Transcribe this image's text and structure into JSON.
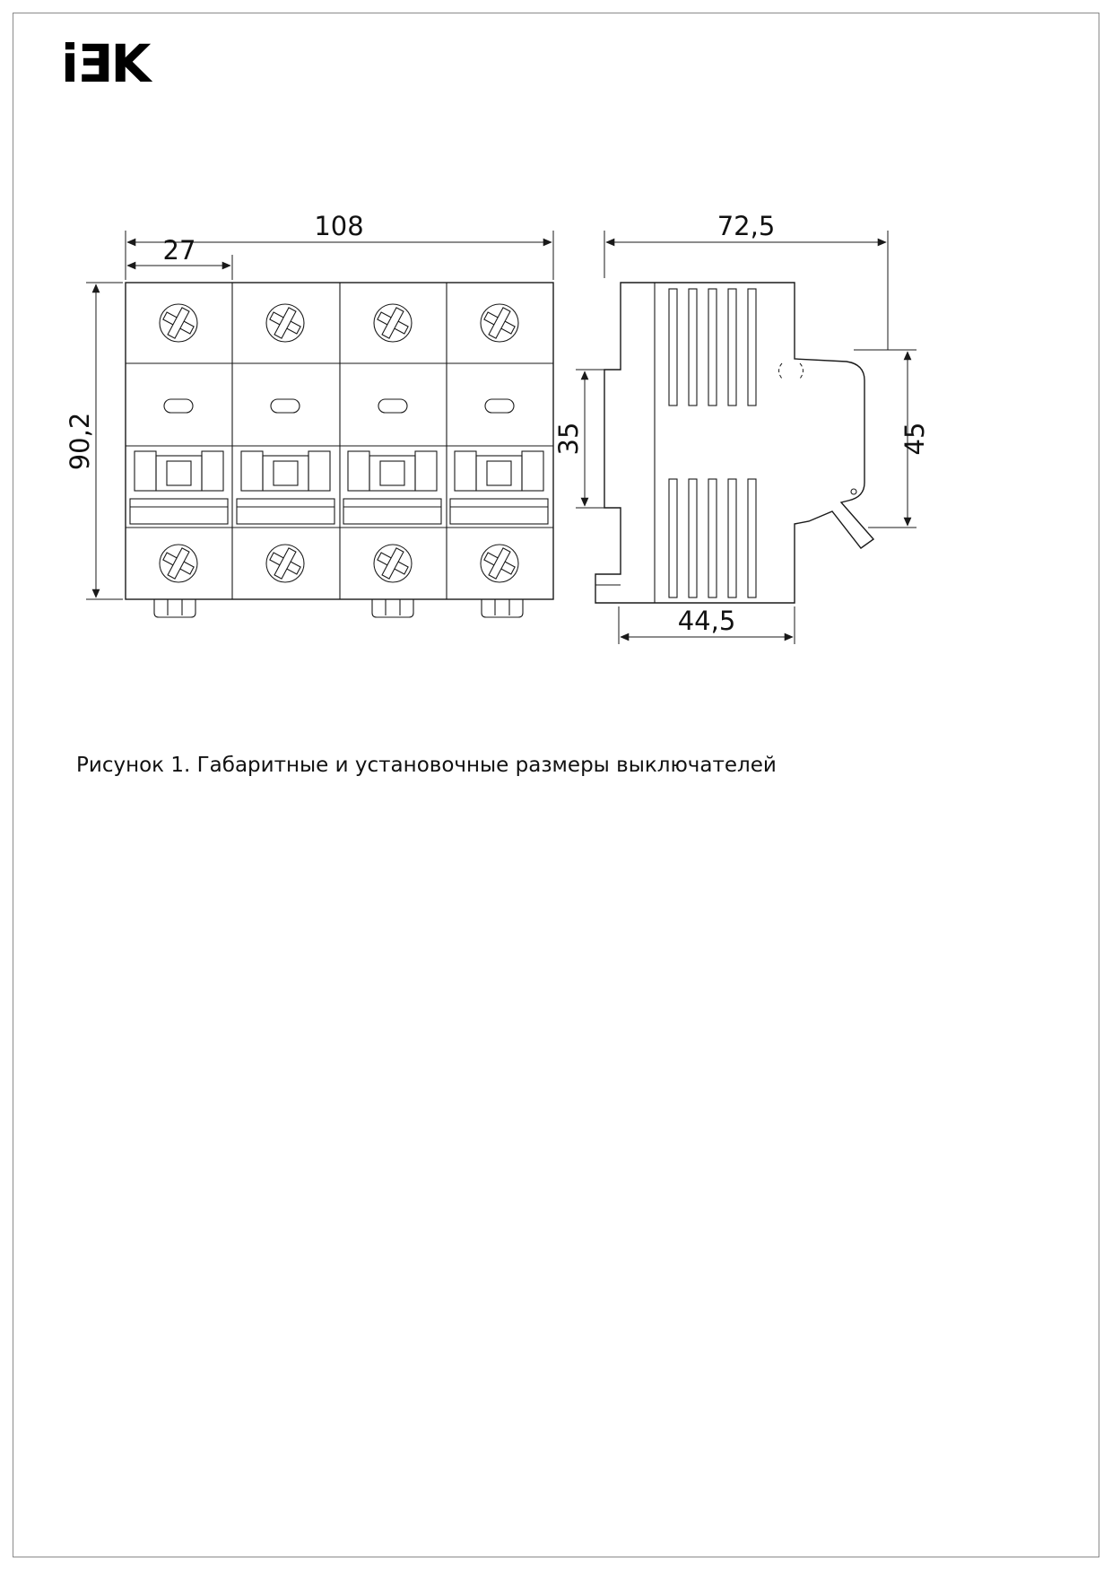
{
  "brand": {
    "logo": "iƎK"
  },
  "figure": {
    "caption": "Рисунок 1. Габаритные и установочные размеры выключателей"
  },
  "accent_color": "#000000",
  "dimensions": {
    "front": {
      "total_width": "108",
      "module_width": "27",
      "height": "90,2"
    },
    "side": {
      "total_depth": "72,5",
      "din_rail_height": "35",
      "face_height": "45",
      "body_depth": "44,5"
    }
  }
}
